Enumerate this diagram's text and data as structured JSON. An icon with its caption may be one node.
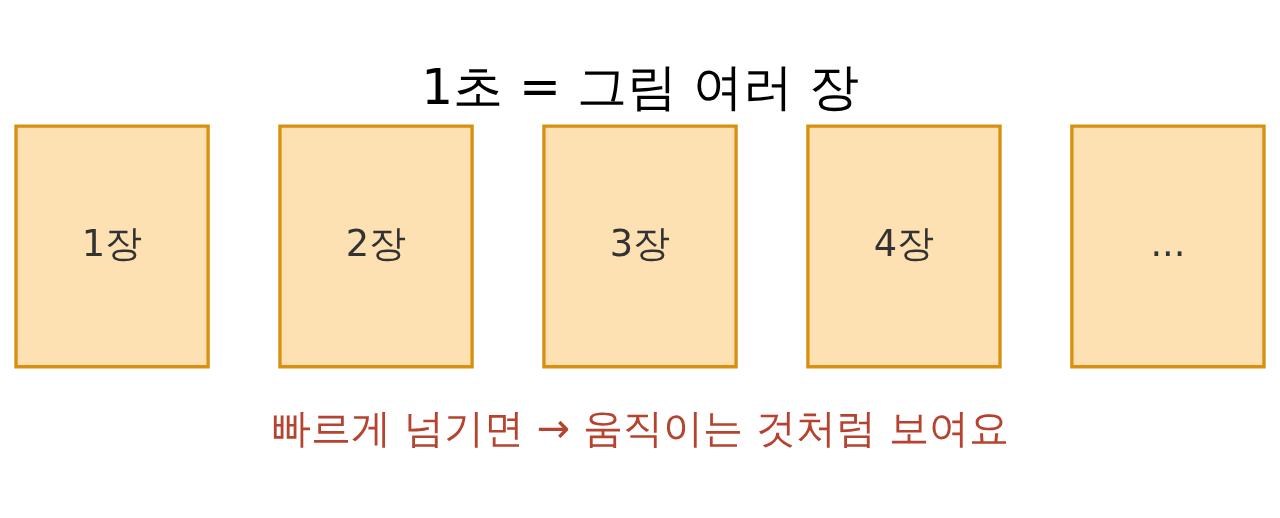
{
  "diagram": {
    "title": "1초 = 그림 여러 장",
    "nodes": [
      {
        "text": [
          "1장"
        ]
      },
      {
        "text": [
          "2장"
        ]
      },
      {
        "text": [
          "3장"
        ]
      },
      {
        "text": [
          "4장"
        ]
      },
      {
        "text": [
          "..."
        ]
      }
    ],
    "edges": [],
    "labels": [
      "빠르게 넘기면 → 움직이는 것처럼 보여요"
    ]
  }
}
